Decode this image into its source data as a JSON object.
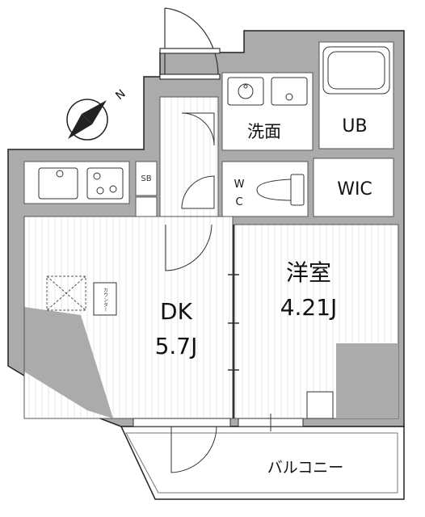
{
  "rooms": {
    "dk": {
      "name": "DK",
      "size": "5.7J"
    },
    "western": {
      "name": "洋室",
      "size": "4.21J"
    },
    "washroom": {
      "name": "洗面"
    },
    "bath": {
      "name": "UB"
    },
    "closet": {
      "name": "WIC"
    },
    "toilet": {
      "name_top": "W",
      "name_bottom": "C"
    },
    "shoebox": {
      "name": "SB"
    },
    "balcony": {
      "name": "バルコニー"
    },
    "counter": {
      "name": "カウンター"
    }
  },
  "compass": {
    "north_label": "N"
  },
  "colors": {
    "wall": "#ababab",
    "wall_outline": "#222222",
    "floor_stripe": "#e8e8e8",
    "line": "#333333"
  }
}
